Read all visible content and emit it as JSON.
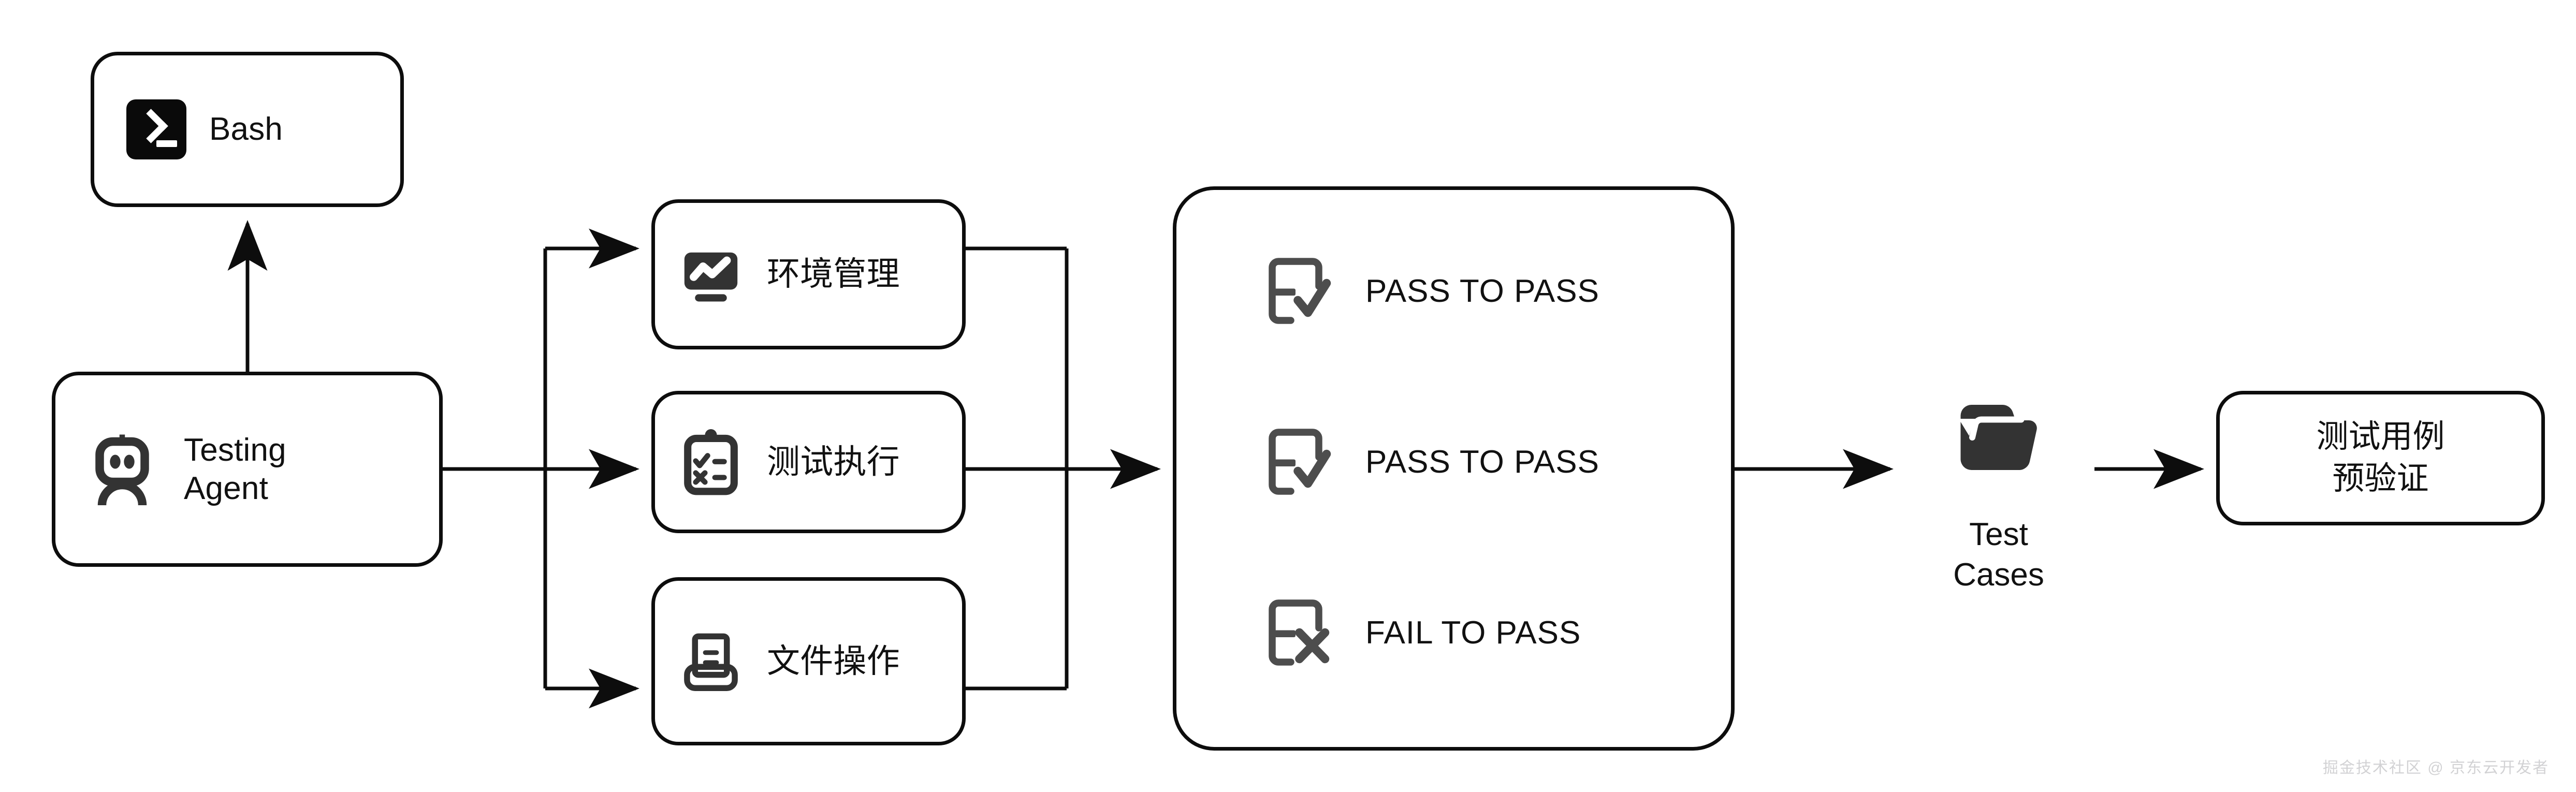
{
  "diagram": {
    "title_present": false,
    "background_color": "#ffffff",
    "line_color": "#0d0d0d",
    "icon_dark": "#333333",
    "icon_black": "#0a0a0a",
    "result_icon_color": "#4d4d4d"
  },
  "nodes": {
    "bash": {
      "label": "Bash",
      "icon": "terminal-icon"
    },
    "agent": {
      "label_line1": "Testing",
      "label_line2": "Agent",
      "icon": "robot-icon"
    },
    "capabilities": [
      {
        "label": "环境管理",
        "icon": "monitor-chart-icon"
      },
      {
        "label": "测试执行",
        "icon": "clipboard-checklist-icon"
      },
      {
        "label": "文件操作",
        "icon": "document-tray-icon"
      }
    ],
    "results": [
      {
        "label": "PASS TO PASS",
        "icon": "document-check-icon",
        "status": "pass"
      },
      {
        "label": "PASS TO PASS",
        "icon": "document-check-icon",
        "status": "pass"
      },
      {
        "label": "FAIL TO PASS",
        "icon": "document-cross-icon",
        "status": "fail"
      }
    ],
    "test_cases": {
      "label_line1": "Test",
      "label_line2": "Cases",
      "icon": "folder-icon"
    },
    "preverify": {
      "label_line1": "测试用例",
      "label_line2": "预验证"
    }
  },
  "watermark": {
    "text": "掘金技术社区 @ 京东云开发者"
  }
}
